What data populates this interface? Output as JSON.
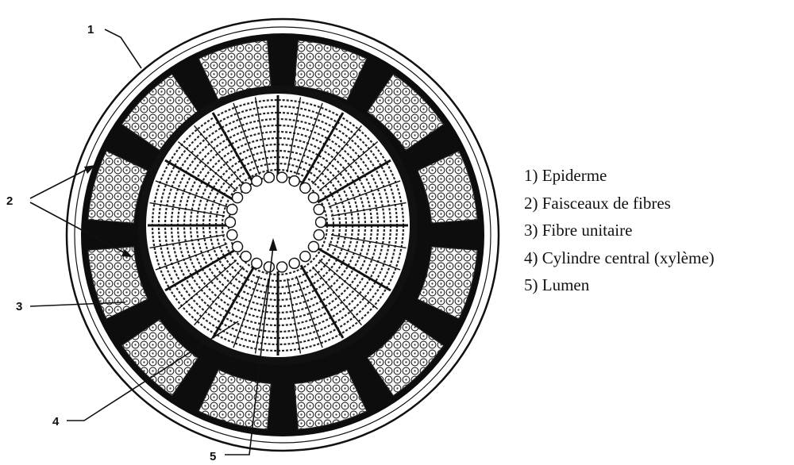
{
  "callouts": {
    "c1": "1",
    "c2": "2",
    "c3": "3",
    "c4": "4",
    "c5": "5"
  },
  "legend": [
    "1) Epiderme",
    "2) Faisceaux  de fibres",
    "3) Fibre unitaire",
    "4) Cylindre central (xylème)",
    "5) Lumen"
  ],
  "colors": {
    "ink": "#111111",
    "background": "#ffffff",
    "cell_fill": "#f7f7f7"
  },
  "fiber_bundle_count": 12
}
